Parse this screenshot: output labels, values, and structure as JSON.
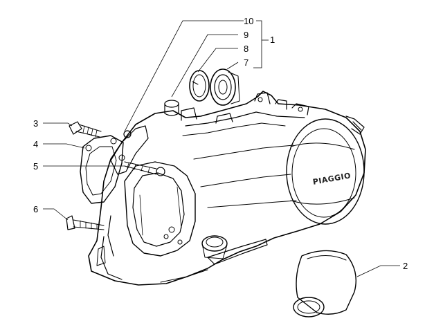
{
  "brand_label": "PIAGGIO",
  "callouts": {
    "c1": "1",
    "c2": "2",
    "c3": "3",
    "c4": "4",
    "c5": "5",
    "c6": "6",
    "c7": "7",
    "c8": "8",
    "c9": "9",
    "c10": "10"
  }
}
